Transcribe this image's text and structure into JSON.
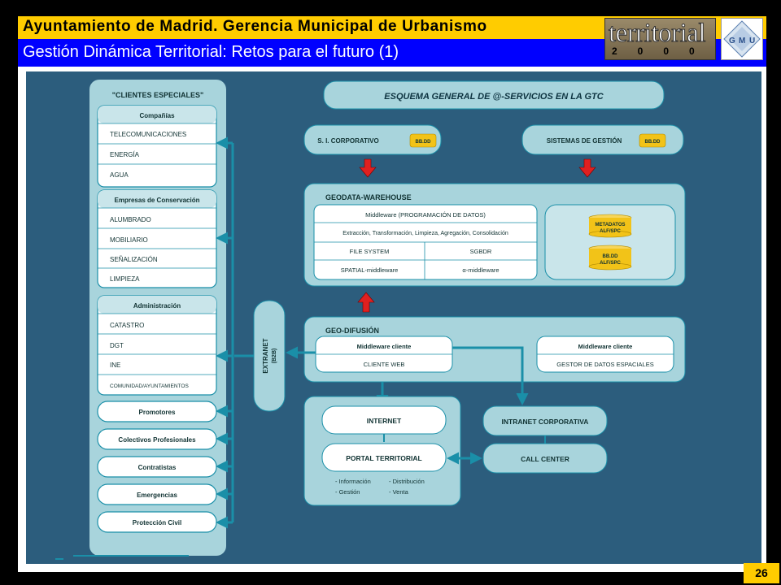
{
  "header": {
    "title": "Ayuntamiento de Madrid. Gerencia Municipal de Urbanismo",
    "subtitle": "Gestión Dinámica Territorial: Retos para el futuro (1)",
    "page_number": "26"
  },
  "logos": {
    "territorial_word": "territorial",
    "territorial_year": "2000",
    "gmu_letters": [
      "G",
      "M",
      "U"
    ]
  },
  "diagram": {
    "main_title": "ESQUEMA GENERAL DE @-SERVICIOS EN LA GTC",
    "clients": {
      "title": "\"CLIENTES ESPECIALES\"",
      "companias": {
        "title": "Compañías",
        "items": [
          "TELECOMUNICACIONES",
          "ENERGÍA",
          "AGUA"
        ]
      },
      "conservacion": {
        "title": "Empresas de Conservación",
        "items": [
          "ALUMBRADO",
          "MOBILIARIO",
          "SEÑALIZACIÓN",
          "LIMPIEZA"
        ]
      },
      "administracion": {
        "title": "Administración",
        "items": [
          "CATASTRO",
          "DGT",
          "INE",
          "COMUNIDAD/AYUNTAMIENTOS"
        ]
      },
      "others": [
        "Promotores",
        "Colectivos Profesionales",
        "Contratistas",
        "Emergencias",
        "Protección Civil"
      ]
    },
    "extranet": {
      "line1": "EXTRANET",
      "line2": "(B2B)"
    },
    "si_corporativo": {
      "label": "S. I. CORPORATIVO",
      "badge": "BB.DD"
    },
    "sistemas_gestion": {
      "label": "SISTEMAS DE GESTIÓN",
      "badge": "BB.DD"
    },
    "geodata": {
      "title": "GEODATA-WAREHOUSE",
      "middleware": "Middleware (PROGRAMACIÓN DE DATOS)",
      "process": "Extracción, Transformación, Limpieza, Agregación, Consolidación",
      "file_system": "FILE SYSTEM",
      "sgbdr": "SGBDR",
      "spatial": "SPATIAL-middleware",
      "alpha": "α-middleware",
      "metadatos_line1": "METADATOS",
      "metadatos_line2": "ALF/SPC",
      "bbdd_line1": "BB.DD",
      "bbdd_line2": "ALF/SPC"
    },
    "geodifusion": {
      "title": "GEO-DIFUSIÓN",
      "left_head": "Middleware cliente",
      "left_body": "CLIENTE WEB",
      "right_head": "Middleware cliente",
      "right_body": "GESTOR DE DATOS ESPACIALES"
    },
    "internet": "INTERNET",
    "portal": "PORTAL TERRITORIAL",
    "portal_notes": [
      "- Información",
      "- Distribución",
      "- Gestión",
      "- Venta"
    ],
    "intranet": "INTRANET CORPORATIVA",
    "call_center": "CALL CENTER"
  },
  "colors": {
    "header_yellow": "#ffcc00",
    "header_blue": "#0000ff",
    "diagram_bg": "#2c5d7d",
    "panel": "#a8d4dc",
    "line": "#1a8fa8",
    "badge": "#f2c318",
    "arrow_red": "#e02020"
  }
}
